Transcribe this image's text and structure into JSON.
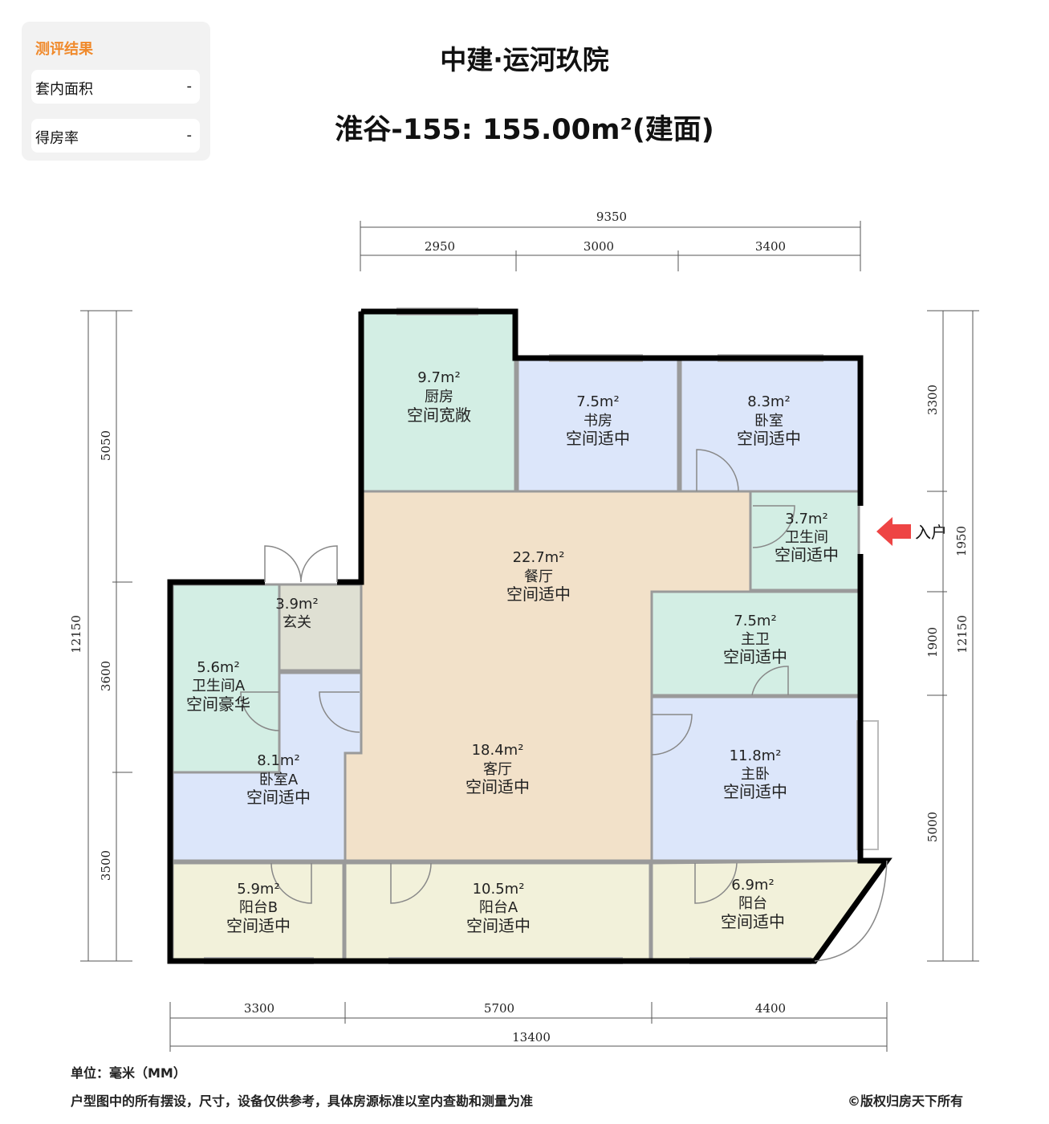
{
  "card": {
    "title": "测评结果",
    "rows": [
      {
        "label": "套内面积",
        "value": "-"
      },
      {
        "label": "得房率",
        "value": "-"
      }
    ]
  },
  "header": {
    "title": "中建·运河玖院",
    "subtitle": "淮谷-155: 155.00m²(建面)"
  },
  "dimensions": {
    "top_total": "9350",
    "top": [
      "2950",
      "3000",
      "3400"
    ],
    "left_total": "12150",
    "left": [
      "5050",
      "3600",
      "3500"
    ],
    "right_total": "12150",
    "right": [
      "3300",
      "1950",
      "1900",
      "5000"
    ],
    "bottom_total": "13400",
    "bottom": [
      "3300",
      "5700",
      "4400"
    ]
  },
  "entry_label": "入户",
  "colors": {
    "wet": "#d3eee4",
    "bedroom": "#dce6fa",
    "living": "#f2e1c9",
    "foyer": "#dfe0d3",
    "balcony": "#f2f1da",
    "entry_arrow": "#ee4444",
    "card_title": "#f08a2c"
  },
  "rooms": [
    {
      "area": "9.7m²",
      "name": "厨房",
      "note": "空间宽敞"
    },
    {
      "area": "7.5m²",
      "name": "书房",
      "note": "空间适中"
    },
    {
      "area": "8.3m²",
      "name": "卧室",
      "note": "空间适中"
    },
    {
      "area": "3.7m²",
      "name": "卫生间",
      "note": "空间适中"
    },
    {
      "area": "22.7m²",
      "name": "餐厅",
      "note": "空间适中"
    },
    {
      "area": "3.9m²",
      "name": "玄关",
      "note": ""
    },
    {
      "area": "7.5m²",
      "name": "主卫",
      "note": "空间适中"
    },
    {
      "area": "5.6m²",
      "name": "卫生间A",
      "note": "空间豪华"
    },
    {
      "area": "8.1m²",
      "name": "卧室A",
      "note": "空间适中"
    },
    {
      "area": "18.4m²",
      "name": "客厅",
      "note": "空间适中"
    },
    {
      "area": "11.8m²",
      "name": "主卧",
      "note": "空间适中"
    },
    {
      "area": "5.9m²",
      "name": "阳台B",
      "note": "空间适中"
    },
    {
      "area": "10.5m²",
      "name": "阳台A",
      "note": "空间适中"
    },
    {
      "area": "6.9m²",
      "name": "阳台",
      "note": "空间适中"
    }
  ],
  "footer": {
    "unit": "单位：毫米（MM）",
    "disclaimer": "户型图中的所有摆设，尺寸，设备仅供参考，具体房源标准以室内查勘和测量为准",
    "copyright": "©版权归房天下所有"
  }
}
